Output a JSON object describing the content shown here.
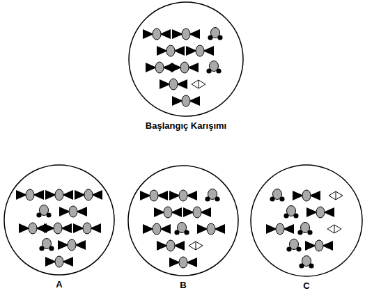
{
  "diagram": {
    "nodes": [
      {
        "text": [
          "Başlangıç Karışımı"
        ]
      },
      {
        "text": [
          "A"
        ]
      },
      {
        "text": [
          "B"
        ]
      },
      {
        "text": [
          "C"
        ]
      }
    ]
  }
}
